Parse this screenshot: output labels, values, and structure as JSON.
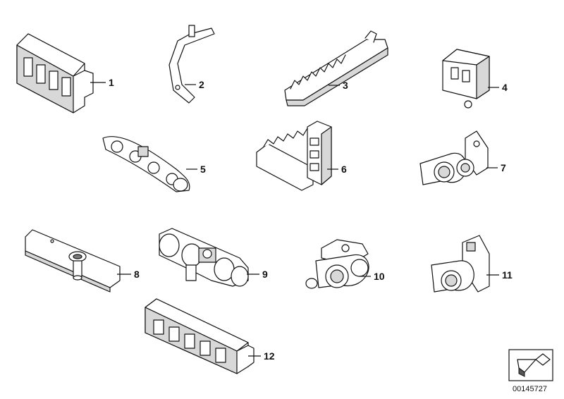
{
  "diagram": {
    "parts": [
      {
        "number": "1",
        "icon": "cable-holder-block-icon"
      },
      {
        "number": "2",
        "icon": "bracket-with-stud-icon"
      },
      {
        "number": "3",
        "icon": "cable-clip-strip-icon"
      },
      {
        "number": "4",
        "icon": "cable-holder-box-icon"
      },
      {
        "number": "5",
        "icon": "curved-cable-holder-icon"
      },
      {
        "number": "6",
        "icon": "angled-cable-holder-icon"
      },
      {
        "number": "7",
        "icon": "double-cable-clip-icon"
      },
      {
        "number": "8",
        "icon": "mounting-bracket-icon"
      },
      {
        "number": "9",
        "icon": "triple-cable-clip-icon"
      },
      {
        "number": "10",
        "icon": "cable-clip-with-pin-icon"
      },
      {
        "number": "11",
        "icon": "single-cable-clip-icon"
      },
      {
        "number": "12",
        "icon": "long-cable-holder-block-icon"
      }
    ],
    "reference_number": "00145727",
    "reference_icon": "arrow-box-icon"
  }
}
